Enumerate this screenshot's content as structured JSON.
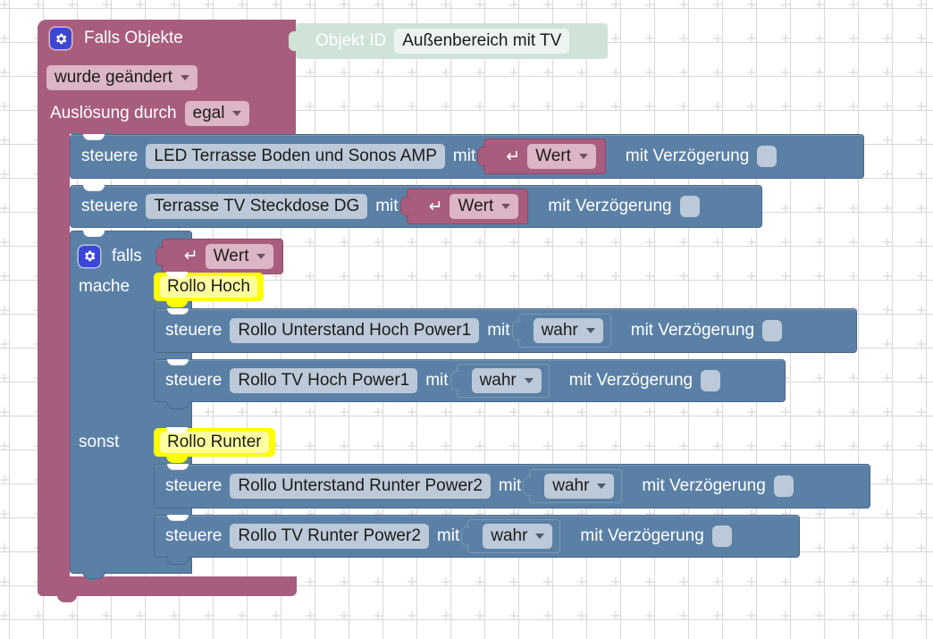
{
  "app": {
    "title": "Blockly Workspace",
    "grid": "dot-cross-grid"
  },
  "colors": {
    "trigger_block": "#a85d7e",
    "string_block": "#cfe3d8",
    "control_block": "#5b80a6",
    "value_block": "#a85d7e",
    "comment_label": "#ffff00",
    "field_on_mauve": "#dcb5c6",
    "field_on_blue": "#bcc9d8",
    "field_on_green": "#edf4ef",
    "gear_icon": "#3b46d6",
    "workspace_bg": "#ffffff"
  },
  "trigger": {
    "gear_icon": "gear-icon",
    "title": "Falls Objekte",
    "event_dropdown": "wurde geändert",
    "source_label": "Auslösung durch",
    "source_dropdown": "egal",
    "object_id": {
      "label": "Objekt ID",
      "value": "Außenbereich mit TV"
    }
  },
  "statements": [
    {
      "verb": "steuere",
      "target": "LED Terrasse Boden und Sonos AMP",
      "with_label": "mit",
      "value": {
        "type": "value-block",
        "icon": "return-arrow-icon",
        "dropdown": "Wert"
      },
      "delay_label": "mit Verzögerung",
      "delay_checked": false
    },
    {
      "verb": "steuere",
      "target": "Terrasse TV Steckdose DG",
      "with_label": "mit",
      "value": {
        "type": "value-block",
        "icon": "return-arrow-icon",
        "dropdown": "Wert"
      },
      "delay_label": "mit Verzögerung",
      "delay_checked": false
    }
  ],
  "conditional": {
    "gear_icon": "gear-icon",
    "if_label": "falls",
    "condition": {
      "type": "value-block",
      "icon": "return-arrow-icon",
      "dropdown": "Wert"
    },
    "do_label": "mache",
    "else_label": "sonst",
    "do_comment": "Rollo Hoch",
    "else_comment": "Rollo Runter",
    "do_statements": [
      {
        "verb": "steuere",
        "target": "Rollo Unterstand Hoch Power1",
        "with_label": "mit",
        "value": {
          "type": "boolean-block",
          "dropdown": "wahr"
        },
        "delay_label": "mit Verzögerung",
        "delay_checked": false
      },
      {
        "verb": "steuere",
        "target": "Rollo TV Hoch Power1",
        "with_label": "mit",
        "value": {
          "type": "boolean-block",
          "dropdown": "wahr"
        },
        "delay_label": "mit Verzögerung",
        "delay_checked": false
      }
    ],
    "else_statements": [
      {
        "verb": "steuere",
        "target": "Rollo Unterstand Runter Power2",
        "with_label": "mit",
        "value": {
          "type": "boolean-block",
          "dropdown": "wahr"
        },
        "delay_label": "mit Verzögerung",
        "delay_checked": false
      },
      {
        "verb": "steuere",
        "target": "Rollo TV Runter Power2",
        "with_label": "mit",
        "value": {
          "type": "boolean-block",
          "dropdown": "wahr"
        },
        "delay_label": "mit Verzögerung",
        "delay_checked": false
      }
    ]
  }
}
